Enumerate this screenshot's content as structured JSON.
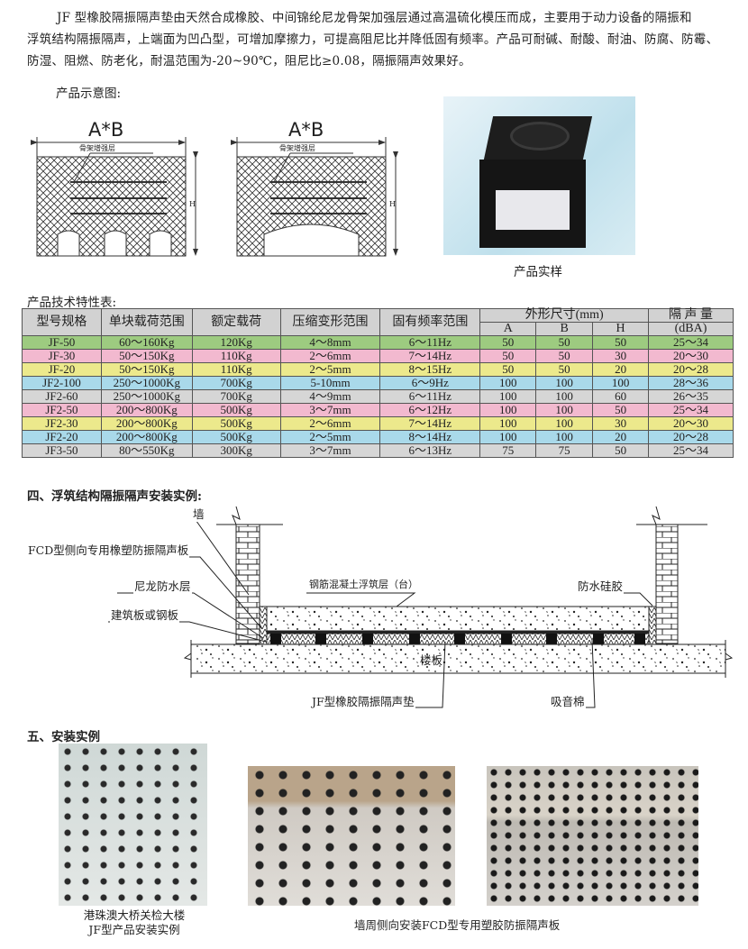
{
  "intro": {
    "lines": [
      "JF 型橡胶隔振隔声垫由天然合成橡胶、中间锦纶尼龙骨架加强层通过高温硫化模压而成，主要用于动力设备的隔振和",
      "浮筑结构隔振隔声，上端面为凹凸型，可增加摩擦力，可提高阻尼比并降低固有频率。产品可耐碱、耐酸、耐油、防腐、防霉、",
      "防湿、阻燃、防老化，耐温范围为-20~90℃，阻尼比≥0.08，隔振隔声效果好。"
    ]
  },
  "schematic": {
    "title": "产品示意图:",
    "dim_label": "A*B",
    "layer_label": "骨架增强层",
    "height_label": "H",
    "photo_caption": "产品实样"
  },
  "table": {
    "title": "产品技术特性表:",
    "headers": [
      "型号规格",
      "单块载荷范围",
      "额定载荷",
      "压缩变形范围",
      "固有频率范围",
      "外形尺寸(mm)",
      "隔 声 量"
    ],
    "sub_headers": [
      "A",
      "B",
      "H",
      "(dBA)"
    ],
    "rows": [
      [
        "JF-50",
        "60～160Kg",
        "120Kg",
        "4～8mm",
        "6～11Hz",
        "50",
        "50",
        "50",
        "25～34"
      ],
      [
        "JF-30",
        "50～150Kg",
        "110Kg",
        "2～6mm",
        "7～14Hz",
        "50",
        "50",
        "30",
        "20～30"
      ],
      [
        "JF-20",
        "50～150Kg",
        "110Kg",
        "2～5mm",
        "8～15Hz",
        "50",
        "50",
        "20",
        "20～28"
      ],
      [
        "JF2-100",
        "250～1000Kg",
        "700Kg",
        "5-10mm",
        "6～9Hz",
        "100",
        "100",
        "100",
        "28～36"
      ],
      [
        "JF2-60",
        "250～1000Kg",
        "700Kg",
        "4～9mm",
        "6～11Hz",
        "100",
        "100",
        "60",
        "26～35"
      ],
      [
        "JF2-50",
        "200～800Kg",
        "500Kg",
        "3～7mm",
        "6～12Hz",
        "100",
        "100",
        "50",
        "25～34"
      ],
      [
        "JF2-30",
        "200～800Kg",
        "500Kg",
        "2～6mm",
        "7～14Hz",
        "100",
        "100",
        "30",
        "20～30"
      ],
      [
        "JF2-20",
        "200～800Kg",
        "500Kg",
        "2～5mm",
        "8～14Hz",
        "100",
        "100",
        "20",
        "20～28"
      ],
      [
        "JF3-50",
        "80～550Kg",
        "300Kg",
        "3～7mm",
        "6～13Hz",
        "75",
        "75",
        "50",
        "25～34"
      ]
    ],
    "row_colors": [
      "#9dcb80",
      "#f2b9cf",
      "#ece98c",
      "#a9d9ea",
      "#d6d6d6",
      "#f2b9cf",
      "#ece98c",
      "#a9d9ea",
      "#d6d6d6"
    ]
  },
  "section4": {
    "title": "四、浮筑结构隔振隔声安装实例:",
    "labels": {
      "wall": "墙",
      "fcd": "FCD型侧向专用橡塑防振隔声板",
      "nylon": "尼龙防水层",
      "board": "建筑板或钢板",
      "slab": "钢筋混凝土浮筑层（台）",
      "silicone": "防水硅胶",
      "floor": "楼板",
      "pad": "JF型橡胶隔振隔声垫",
      "wool": "吸音棉"
    }
  },
  "section5": {
    "title": "五、安装实例",
    "caption1": [
      "港珠澳大桥关检大楼",
      "JF型产品安装实例"
    ],
    "caption2": "墙周侧向安装FCD型专用塑胶防振隔声板"
  }
}
